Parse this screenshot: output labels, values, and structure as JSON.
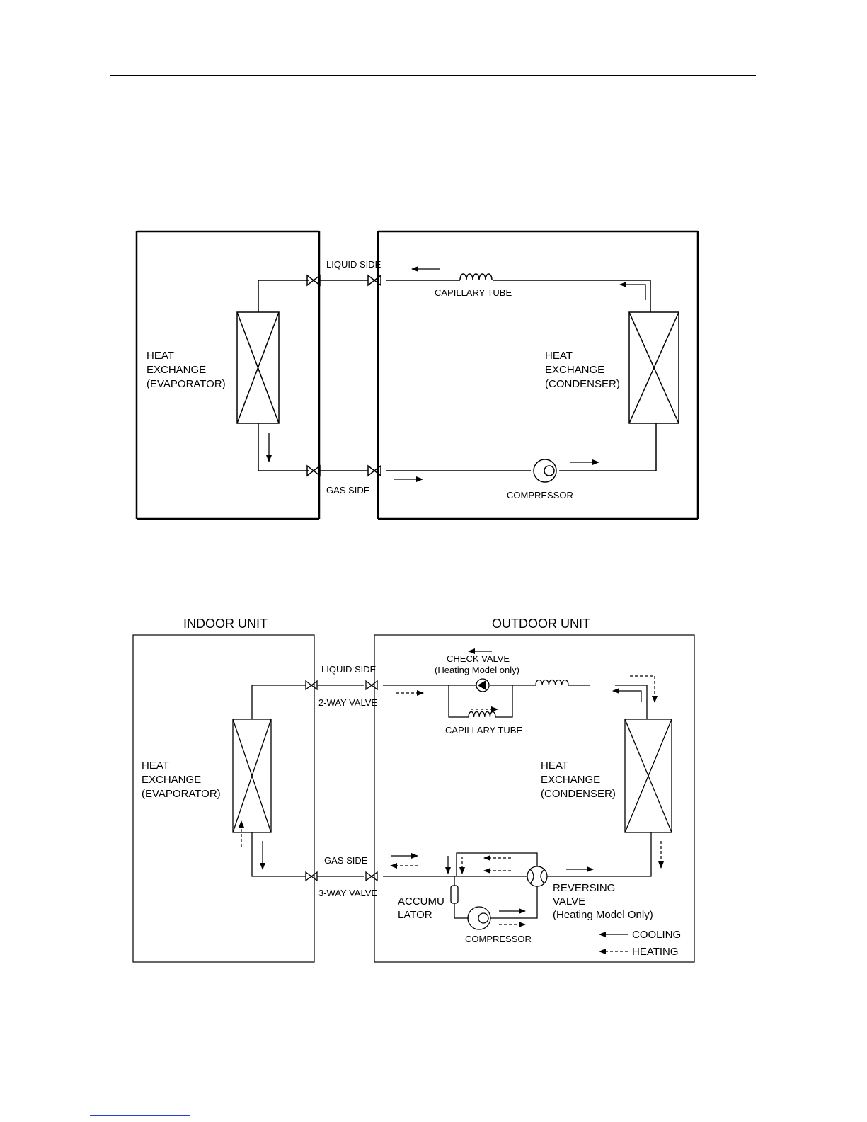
{
  "diagram1": {
    "liquid_side": "LIQUID SIDE",
    "gas_side": "GAS SIDE",
    "capillary_tube": "CAPILLARY TUBE",
    "evaporator": [
      "HEAT",
      "EXCHANGE",
      "(EVAPORATOR)"
    ],
    "condenser": [
      "HEAT",
      "EXCHANGE",
      "(CONDENSER)"
    ],
    "compressor": "COMPRESSOR"
  },
  "diagram2": {
    "indoor_unit": "INDOOR UNIT",
    "outdoor_unit": "OUTDOOR UNIT",
    "liquid_side": "LIQUID SIDE",
    "two_way_valve": "2-WAY VALVE",
    "gas_side": "GAS SIDE",
    "three_way_valve": "3-WAY VALVE",
    "check_valve": [
      "CHECK VALVE",
      "(Heating Model only)"
    ],
    "capillary_tube": "CAPILLARY TUBE",
    "evaporator": [
      "HEAT",
      "EXCHANGE",
      "(EVAPORATOR)"
    ],
    "condenser": [
      "HEAT",
      "EXCHANGE",
      "(CONDENSER)"
    ],
    "accumulator": [
      "ACCUMU",
      "LATOR"
    ],
    "compressor": "COMPRESSOR",
    "reversing_valve": [
      "REVERSING",
      "VALVE",
      "(Heating Model Only)"
    ],
    "legend": {
      "cooling": "COOLING",
      "heating": "HEATING"
    }
  }
}
